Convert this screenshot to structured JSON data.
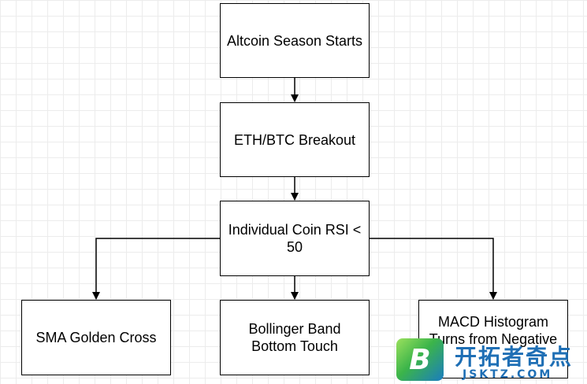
{
  "diagram": {
    "nodes": {
      "altcoin_season": "Altcoin Season Starts",
      "eth_btc_breakout": "ETH/BTC Breakout",
      "rsi_line1": "Individual Coin RSI <",
      "rsi_line2": "50",
      "sma_golden_cross": "SMA Golden Cross",
      "bollinger_line1": "Bollinger Band",
      "bollinger_line2": "Bottom Touch",
      "macd_line1": "MACD Histogram",
      "macd_line2": "Turns from Negative"
    }
  },
  "watermark": {
    "logo_letter": "B",
    "title": "开拓者奇点",
    "subtitle": "JSKTZ.COM"
  },
  "colors": {
    "stroke": "#000000",
    "grid": "#ececec",
    "watermark_blue": "#1f6fb5",
    "watermark_green": "#3bb44a"
  }
}
